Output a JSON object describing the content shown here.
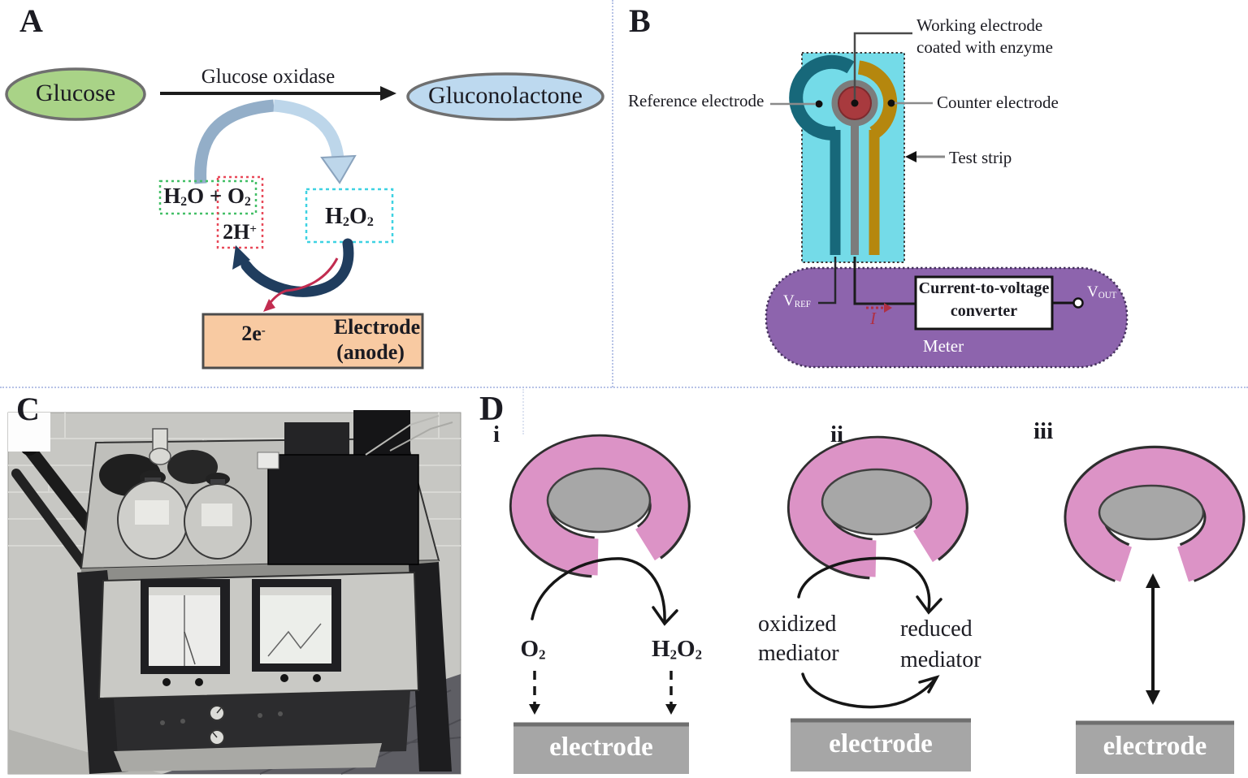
{
  "figure": {
    "panels": [
      "A",
      "B",
      "C",
      "D"
    ]
  },
  "colors": {
    "divider": "#b7c3e6",
    "glucose_fill": "#a9d387",
    "gluconolactone_fill": "#bdd9ef",
    "arch_left": "#93aec8",
    "arch_right": "#bdd6ea",
    "box_h2o_border": "#43bf67",
    "box_2h_border": "#e84a5a",
    "box_h2o2_border": "#3fd2e2",
    "cycle_arrow_navy": "#203d5e",
    "electron_arrow_red": "#c22c50",
    "electrode_anode_fill": "#f8caa2",
    "strip_fill": "#74dbe8",
    "reference_teal": "#17687a",
    "counter_gold": "#b5870e",
    "working_gray": "#7c7c7c",
    "enzyme_dot_red": "#a83a3e",
    "meter_purple": "#8d64ad",
    "wire_red": "#b03044",
    "enzyme_pink": "#dc93c6",
    "enzyme_core_gray": "#a7a7a7",
    "electrode_bar_gray": "#a6a6a6"
  },
  "panel_a": {
    "label": "A",
    "substrate": "Glucose",
    "enzyme": "Glucose oxidase",
    "product": "Gluconolactone",
    "byproducts": "H_{2}O + O_{2}",
    "protons": "2H^{+}",
    "peroxide": "H_{2}O_{2}",
    "electrons": "2e^{-}",
    "electrode_line1": "Electrode",
    "electrode_line2": "(anode)"
  },
  "panel_b": {
    "label": "B",
    "working_label_line1": "Working electrode",
    "working_label_line2": "coated with enzyme",
    "reference_label": "Reference electrode",
    "counter_label": "Counter electrode",
    "strip_label": "Test strip",
    "vref": "V_{REF}",
    "vout": "V_{OUT}",
    "current": "I",
    "converter_line1": "Current-to-voltage",
    "converter_line2": "converter",
    "meter_label": "Meter"
  },
  "panel_c": {
    "label": "C",
    "description": "Black-and-white photograph of an early electrochemical glucose analyzer on a laboratory cart"
  },
  "panel_d": {
    "label": "D",
    "i": {
      "label": "i",
      "left_species": "O_{2}",
      "right_species": "H_{2}O_{2}",
      "electrode": "electrode"
    },
    "ii": {
      "label": "ii",
      "left_line1": "oxidized",
      "left_line2": "mediator",
      "right_line1": "reduced",
      "right_line2": "mediator",
      "electrode": "electrode"
    },
    "iii": {
      "label": "iii",
      "electrode": "electrode"
    }
  }
}
